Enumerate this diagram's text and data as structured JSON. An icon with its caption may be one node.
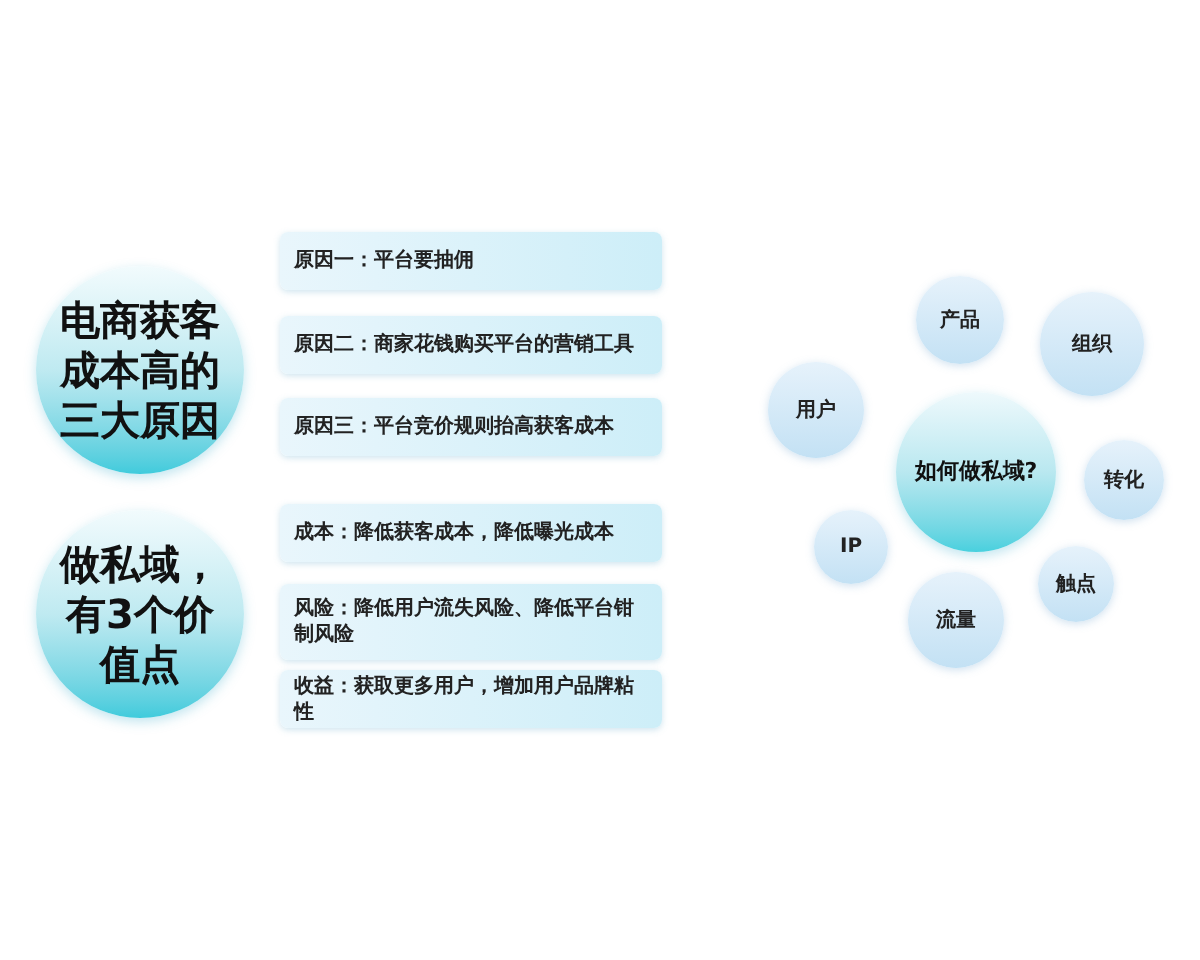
{
  "diagram": {
    "nodes": [
      {
        "text": [
          "电商获客成本高的三大原因"
        ]
      },
      {
        "text": [
          "原因一：平台要抽佣"
        ]
      },
      {
        "text": [
          "原因二：商家花钱购买平台的营销工具"
        ]
      },
      {
        "text": [
          "原因三：平台竞价规则抬高获客成本"
        ]
      },
      {
        "text": [
          "做私域，有3个价值点"
        ]
      },
      {
        "text": [
          "成本：降低获客成本，降低曝光成本"
        ]
      },
      {
        "text": [
          "风险：降低用户流失风险、降低平台钳制风险"
        ]
      },
      {
        "text": [
          "收益：获取更多用户，增加用户品牌粘性"
        ]
      },
      {
        "text": [
          "产品"
        ]
      },
      {
        "text": [
          "组织"
        ]
      },
      {
        "text": [
          "用户"
        ]
      },
      {
        "text": [
          "如何做私域?"
        ]
      },
      {
        "text": [
          "转化"
        ]
      },
      {
        "text": [
          "IP"
        ]
      },
      {
        "text": [
          "触点"
        ]
      },
      {
        "text": [
          "流量"
        ]
      }
    ]
  }
}
